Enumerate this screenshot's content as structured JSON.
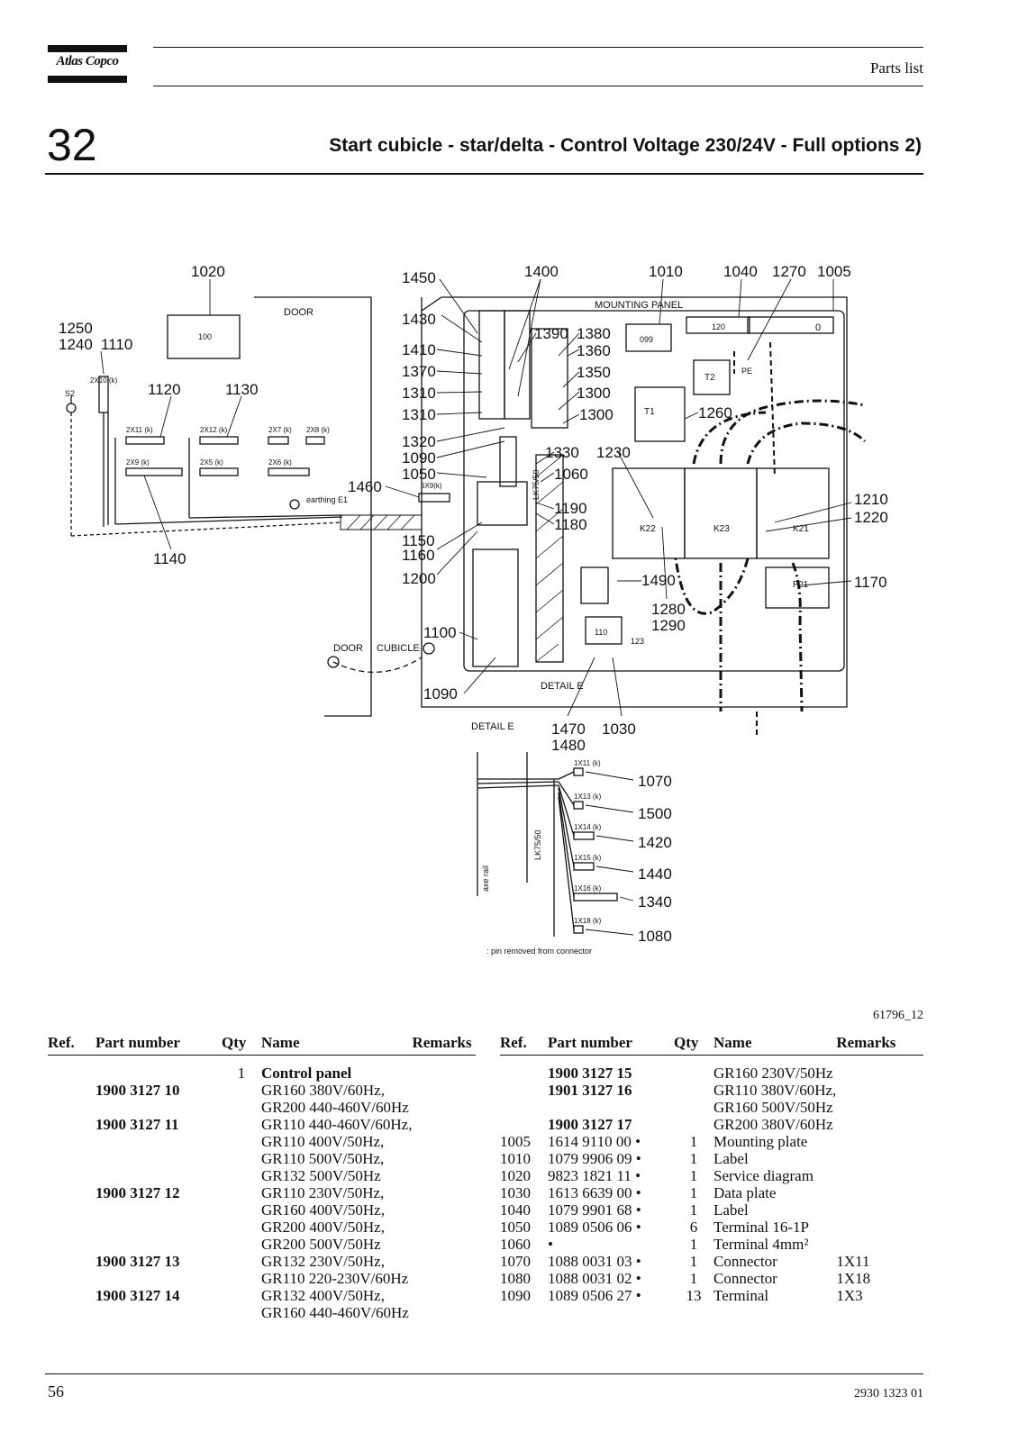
{
  "header": {
    "logo": "Atlas Copco",
    "section_label": "Parts list",
    "section_number": "32",
    "title": "Start cubicle - star/delta - Control Voltage 230/24V - Full options 2)"
  },
  "diagram": {
    "callouts": [
      "1020",
      "1250",
      "1240",
      "1110",
      "1120",
      "1130",
      "1140",
      "1460",
      "1450",
      "1400",
      "1010",
      "1040",
      "1270",
      "1005",
      "1430",
      "1410",
      "1370",
      "1310",
      "1310",
      "1320",
      "1090",
      "1050",
      "1150",
      "1160",
      "1200",
      "1100",
      "1090",
      "1390",
      "1380",
      "1360",
      "1350",
      "1300",
      "1300",
      "1260",
      "1330",
      "1230",
      "1060",
      "1190",
      "1180",
      "1490",
      "1280",
      "1290",
      "1210",
      "1220",
      "1170",
      "1470",
      "1480",
      "1030",
      "1070",
      "1500",
      "1420",
      "1440",
      "1340",
      "1080"
    ],
    "labels": {
      "door": "DOOR",
      "mounting_panel": "MOUNTING PANEL",
      "cubicle": "CUBICLE",
      "detail_e": "DETAIL E",
      "earthing": "earthing E1",
      "pin_removed": ": pin removed from connector",
      "lk": "LK75/50",
      "axe_rail": "axe rail",
      "box_100": "100",
      "box_099": "099",
      "box_120": "120",
      "box_110": "110",
      "box_123": "123",
      "k22": "K22",
      "k23": "K23",
      "k21": "K21",
      "f21": "F21",
      "t1": "T1",
      "t2": "T2",
      "pe": "PE",
      "s2": "S2",
      "zero": "0"
    },
    "connectors": [
      "2X10 (k)",
      "2X11 (k)",
      "2X12 (k)",
      "2X7 (k)",
      "2X8 (k)",
      "2X9 (k)",
      "2X5 (k)",
      "2X6 (k)",
      "6X9(k)",
      "1X11 (k)",
      "1X13 (k)",
      "1X14 (k)",
      "1X15 (k)",
      "1X16 (k)",
      "1X18 (k)"
    ],
    "figure_ref": "61796_12"
  },
  "table_headers": {
    "ref": "Ref.",
    "part_number": "Part number",
    "qty": "Qty",
    "name": "Name",
    "remarks": "Remarks"
  },
  "left_table": [
    {
      "ref": "",
      "part": "",
      "qty": "1",
      "name": "Control panel",
      "remarks": "",
      "bold_name": true
    },
    {
      "ref": "",
      "part": "1900 3127 10",
      "qty": "",
      "name": "GR160 380V/60Hz,",
      "remarks": ""
    },
    {
      "ref": "",
      "part": "",
      "qty": "",
      "name": "GR200 440-460V/60Hz",
      "remarks": ""
    },
    {
      "ref": "",
      "part": "1900 3127 11",
      "qty": "",
      "name": "GR110 440-460V/60Hz,",
      "remarks": ""
    },
    {
      "ref": "",
      "part": "",
      "qty": "",
      "name": "GR110 400V/50Hz,",
      "remarks": ""
    },
    {
      "ref": "",
      "part": "",
      "qty": "",
      "name": "GR110 500V/50Hz,",
      "remarks": ""
    },
    {
      "ref": "",
      "part": "",
      "qty": "",
      "name": "GR132 500V/50Hz",
      "remarks": ""
    },
    {
      "ref": "",
      "part": "1900 3127 12",
      "qty": "",
      "name": "GR110 230V/50Hz,",
      "remarks": ""
    },
    {
      "ref": "",
      "part": "",
      "qty": "",
      "name": "GR160 400V/50Hz,",
      "remarks": ""
    },
    {
      "ref": "",
      "part": "",
      "qty": "",
      "name": "GR200 400V/50Hz,",
      "remarks": ""
    },
    {
      "ref": "",
      "part": "",
      "qty": "",
      "name": "GR200 500V/50Hz",
      "remarks": ""
    },
    {
      "ref": "",
      "part": "1900 3127 13",
      "qty": "",
      "name": "GR132 230V/50Hz,",
      "remarks": ""
    },
    {
      "ref": "",
      "part": "",
      "qty": "",
      "name": "GR110 220-230V/60Hz",
      "remarks": ""
    },
    {
      "ref": "",
      "part": "1900 3127 14",
      "qty": "",
      "name": "GR132 400V/50Hz,",
      "remarks": ""
    },
    {
      "ref": "",
      "part": "",
      "qty": "",
      "name": "GR160 440-460V/60Hz",
      "remarks": ""
    }
  ],
  "right_table": [
    {
      "ref": "",
      "part": "1900 3127 15",
      "qty": "",
      "name": "GR160 230V/50Hz",
      "remarks": ""
    },
    {
      "ref": "",
      "part": "1901 3127 16",
      "qty": "",
      "name": "GR110 380V/60Hz,",
      "remarks": ""
    },
    {
      "ref": "",
      "part": "",
      "qty": "",
      "name": "GR160 500V/50Hz",
      "remarks": ""
    },
    {
      "ref": "",
      "part": "1900 3127 17",
      "qty": "",
      "name": "GR200 380V/60Hz",
      "remarks": ""
    },
    {
      "ref": "1005",
      "part": "1614 9110 00 •",
      "qty": "1",
      "name": "Mounting plate",
      "remarks": "",
      "plain_part": true
    },
    {
      "ref": "1010",
      "part": "1079 9906 09 •",
      "qty": "1",
      "name": "Label",
      "remarks": "",
      "plain_part": true
    },
    {
      "ref": "1020",
      "part": "9823 1821 11 •",
      "qty": "1",
      "name": "Service diagram",
      "remarks": "",
      "plain_part": true
    },
    {
      "ref": "1030",
      "part": "1613 6639 00 •",
      "qty": "1",
      "name": "Data plate",
      "remarks": "",
      "plain_part": true
    },
    {
      "ref": "1040",
      "part": "1079 9901 68 •",
      "qty": "1",
      "name": "Label",
      "remarks": "",
      "plain_part": true
    },
    {
      "ref": "1050",
      "part": "1089 0506 06 •",
      "qty": "6",
      "name": "Terminal 16-1P",
      "remarks": "",
      "plain_part": true
    },
    {
      "ref": "1060",
      "part": "•",
      "qty": "1",
      "name": "Terminal 4mm²",
      "remarks": "",
      "plain_part": true
    },
    {
      "ref": "1070",
      "part": "1088 0031 03 •",
      "qty": "1",
      "name": "Connector",
      "remarks": "1X11",
      "plain_part": true
    },
    {
      "ref": "1080",
      "part": "1088 0031 02 •",
      "qty": "1",
      "name": "Connector",
      "remarks": "1X18",
      "plain_part": true
    },
    {
      "ref": "1090",
      "part": "1089 0506 27 •",
      "qty": "13",
      "name": "Terminal",
      "remarks": "1X3",
      "plain_part": true
    }
  ],
  "footer": {
    "page_number": "56",
    "document_number": "2930 1323 01"
  }
}
